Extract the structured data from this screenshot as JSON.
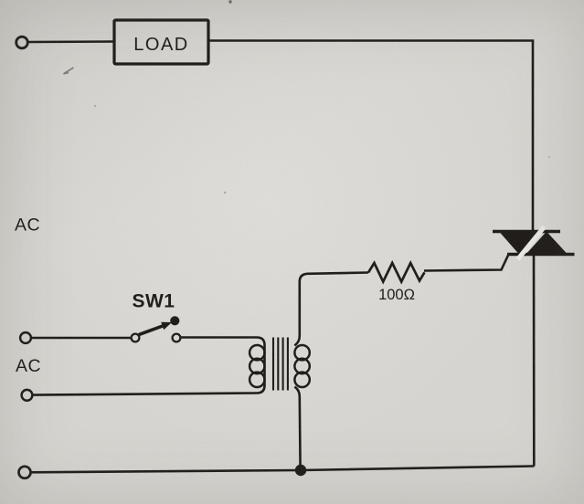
{
  "schematic": {
    "labels": {
      "load": "LOAD",
      "ac_top": "AC",
      "switch": "SW1",
      "ac_bottom": "AC",
      "resistor_value": "100Ω"
    },
    "colors": {
      "paper": "#d8d6d1",
      "ink": "#171310"
    }
  }
}
